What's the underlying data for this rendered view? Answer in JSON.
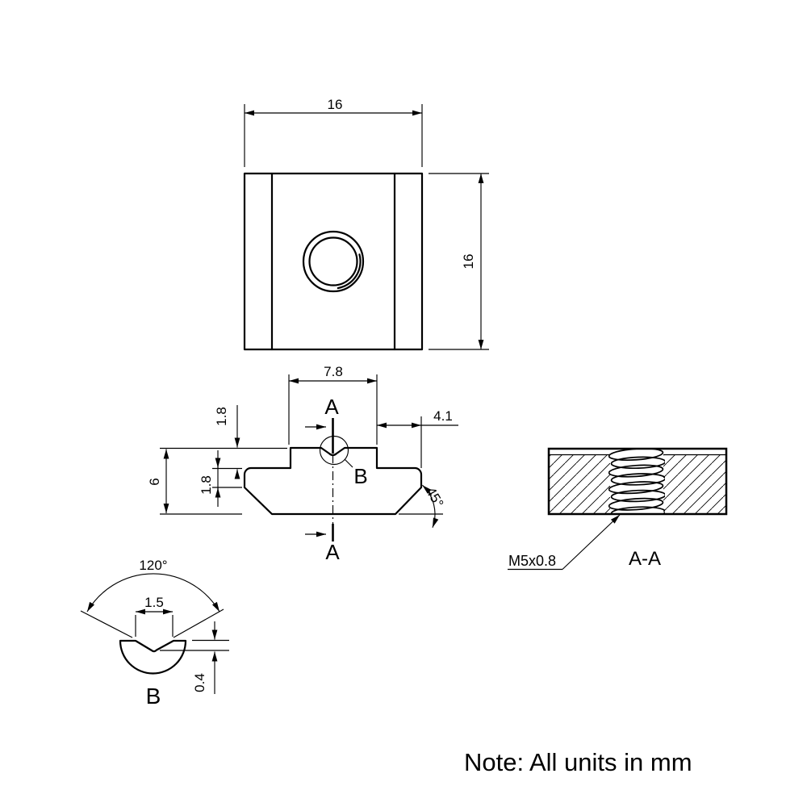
{
  "note": "Note: All units in mm",
  "top_view": {
    "width_dim": "16",
    "height_dim": "16"
  },
  "profile_view": {
    "top_width_dim": "7.8",
    "stem_height_dim": "1.8",
    "mid_height_dim": "1.8",
    "overall_height_dim": "6",
    "side_offset_dim": "4.1",
    "chamfer_angle_dim": "45°",
    "section_label_top": "A",
    "section_label_bottom": "A",
    "detail_callout": "B"
  },
  "detail_view": {
    "angle_dim": "120°",
    "notch_width_dim": "1.5",
    "notch_depth_dim": "0.4",
    "label": "B"
  },
  "section_view": {
    "thread_callout": "M5x0.8",
    "label": "A-A"
  }
}
